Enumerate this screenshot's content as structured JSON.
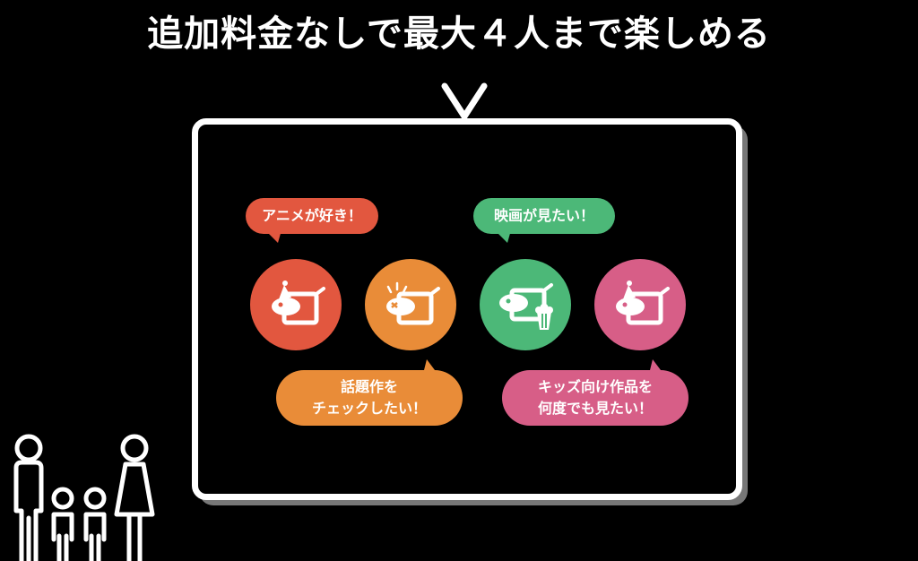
{
  "headline": "追加料金なしで最大４人まで楽しめる",
  "bubbles": {
    "anime": "アニメが好き！",
    "movie": "映画が見たい！",
    "trending_line1": "話題作を",
    "trending_line2": "チェックしたい！",
    "kids_line1": "キッズ向け作品を",
    "kids_line2": "何度でも見たい！"
  },
  "colors": {
    "red": "#e2573f",
    "orange": "#e98c38",
    "green": "#4cb878",
    "pink": "#d75e87"
  },
  "icons": [
    "tv-mascot-party-hat-icon",
    "tv-mascot-excited-icon",
    "tv-mascot-popcorn-icon",
    "tv-mascot-party-hat-icon"
  ]
}
